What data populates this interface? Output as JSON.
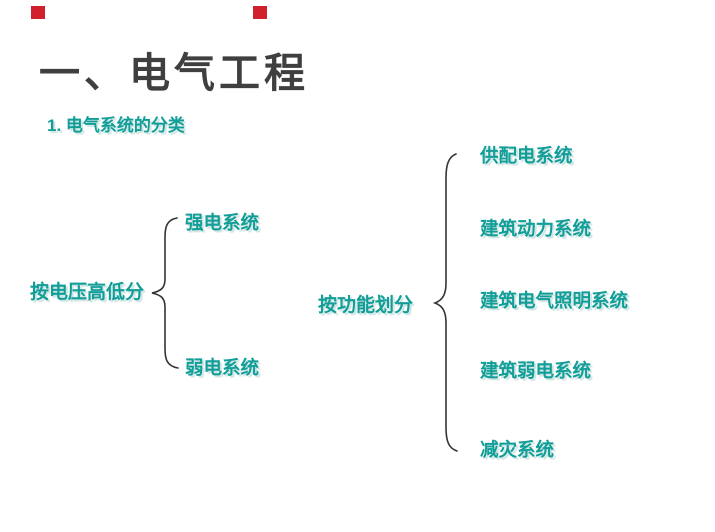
{
  "slide": {
    "title": "一、电气工程",
    "subtitle": "1. 电气系统的分类",
    "colors": {
      "background": "#ffffff",
      "title_text": "#3f3f3f",
      "teal_text": "#119e98",
      "brace_stroke": "#333333",
      "red_marker": "#d0202e"
    },
    "diagram": {
      "groups": [
        {
          "label": "按电压高低分",
          "children": [
            "强电系统",
            "弱电系统"
          ]
        },
        {
          "label": "按功能划分",
          "children": [
            "供配电系统",
            "建筑动力系统",
            "建筑电气照明系统",
            "建筑弱电系统",
            "减灾系统"
          ]
        }
      ]
    }
  }
}
